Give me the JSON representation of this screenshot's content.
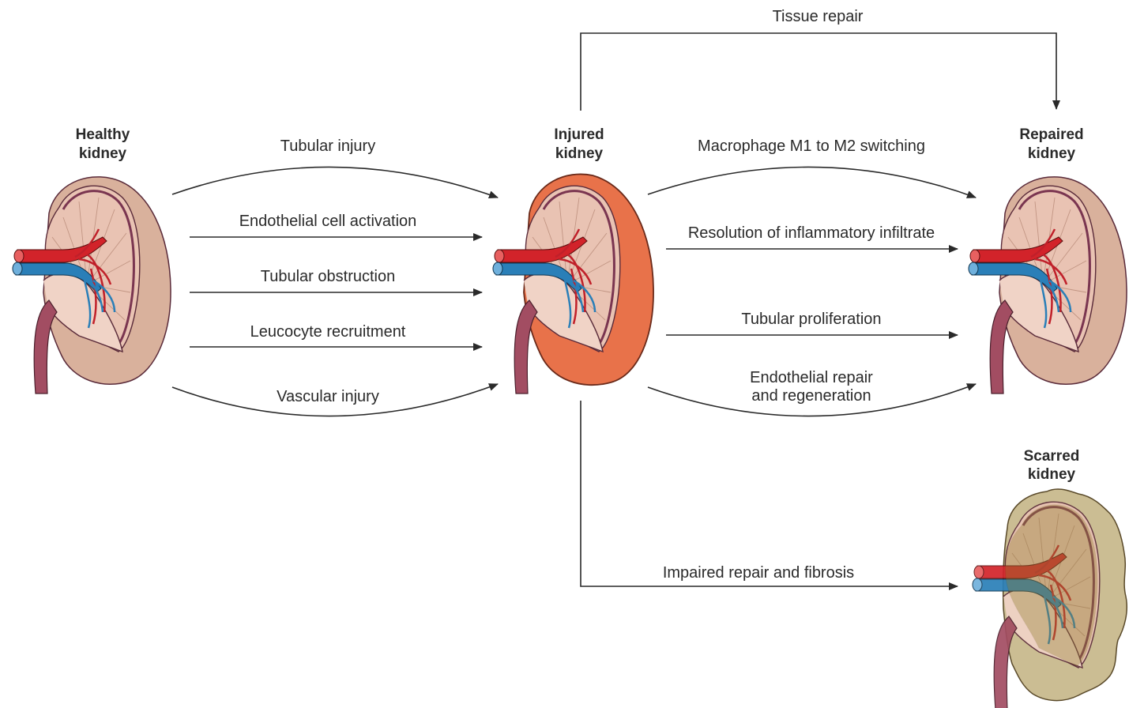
{
  "kidneys": {
    "healthy": {
      "line1": "Healthy",
      "line2": "kidney",
      "color": "#d9b19c"
    },
    "injured": {
      "line1": "Injured",
      "line2": "kidney",
      "color": "#e8724a"
    },
    "repaired": {
      "line1": "Repaired",
      "line2": "kidney",
      "color": "#d9b19c"
    },
    "scarred": {
      "line1": "Scarred",
      "line2": "kidney",
      "color": "#cbbd93"
    }
  },
  "injury_arrows": [
    {
      "label": "Tubular injury"
    },
    {
      "label": "Endothelial cell activation"
    },
    {
      "label": "Tubular obstruction"
    },
    {
      "label": "Leucocyte recruitment"
    },
    {
      "label": "Vascular injury"
    }
  ],
  "repair_arrows": [
    {
      "label": "Macrophage M1 to M2 switching"
    },
    {
      "label": "Resolution of inflammatory infiltrate"
    },
    {
      "label": "Tubular proliferation"
    },
    {
      "label": "Endothelial repair",
      "label2": "and regeneration"
    }
  ],
  "tissue_repair": {
    "label": "Tissue repair"
  },
  "fibrosis": {
    "label": "Impaired repair and fibrosis"
  }
}
